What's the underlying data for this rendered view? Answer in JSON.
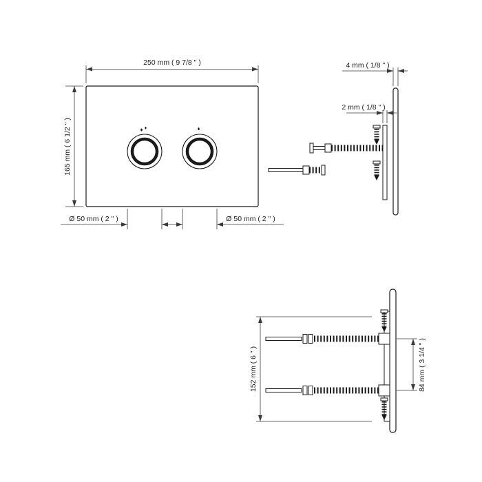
{
  "page": {
    "background_color": "#ffffff",
    "line_color": "#1a1a1a",
    "dimension_color": "#3a3a3a"
  },
  "front_view": {
    "width_label": "250 mm ( 9 7/8 \" )",
    "height_label": "165 mm ( 6 1/2 \" )",
    "left_button_diameter_label": "Ø  50 mm ( 2 \" )",
    "right_button_diameter_label": "Ø  50 mm ( 2 \" )"
  },
  "side_view": {
    "plate_thickness_label": "4 mm ( 1/8 \" )",
    "button_height_label": "2 mm ( 1/8 \" )"
  },
  "rear_view": {
    "frame_height_label": "152 mm ( 6 \" )",
    "rod_spacing_label": "84 mm ( 3 1/4 \" )"
  }
}
